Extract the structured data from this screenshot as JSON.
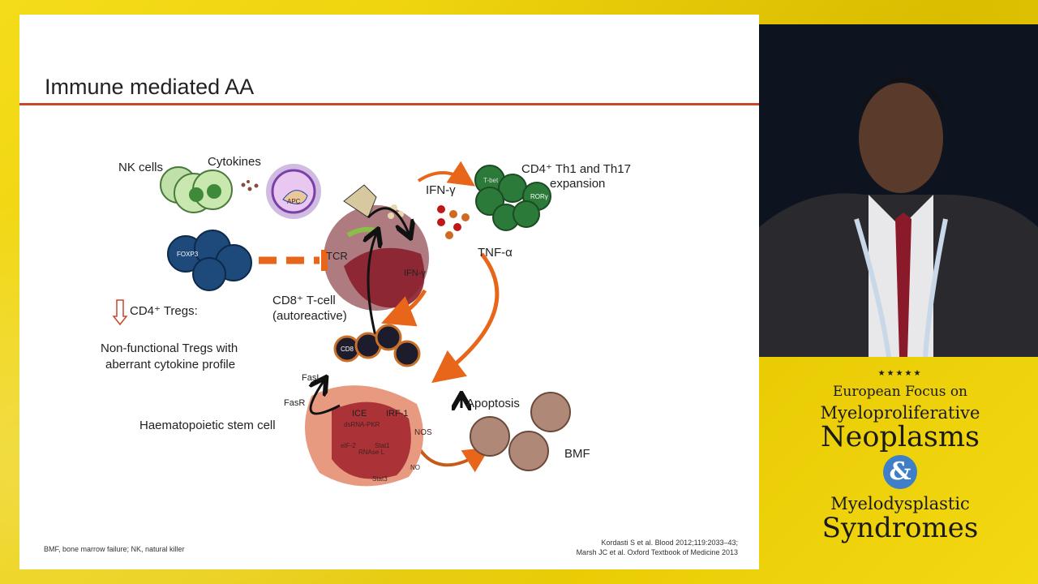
{
  "slide": {
    "title": "Immune mediated AA",
    "labels": {
      "nk_cells": "NK cells",
      "cytokines": "Cytokines",
      "apc": "APC",
      "cd4_th": "CD4⁺ Th1 and Th17",
      "expansion": "expansion",
      "ifn_gamma": "IFN-γ",
      "tnf_alpha": "TNF-α",
      "tcr": "TCR",
      "ifn_gamma_inner": "IFN-γ",
      "foxp3": "FOXP3",
      "tbet": "T-bet",
      "ror": "RORγ",
      "cd4_tregs": "CD4⁺ Tregs:",
      "nonfunctional_1": "Non-functional Tregs with",
      "nonfunctional_2": "aberrant cytokine profile",
      "cd8_tcell": "CD8⁺ T-cell",
      "autoreactive": "(autoreactive)",
      "cd8": "CD8",
      "fasl": "FasL",
      "fasr": "FasR",
      "hsc": "Haematopoietic stem cell",
      "apoptosis": "Apoptosis",
      "bmf": "BMF",
      "ice": "ICE",
      "irf1": "IRF-1",
      "dsrna": "dsRNA-PKR",
      "nos": "NOS",
      "eif2": "eIF-2",
      "rnase": "RNAse L",
      "stat1": "Stat1",
      "stat3": "Stat3",
      "no": "NO"
    },
    "footnote": "BMF, bone marrow failure; NK, natural killer",
    "references": [
      "Kordasti S et al. Blood 2012;119:2033–43;",
      "Marsh JC et al. Oxford Textbook of Medicine 2013"
    ]
  },
  "logo": {
    "line1": "European Focus on",
    "line2": "Myeloproliferative",
    "line3": "Neoplasms",
    "amp": "&",
    "line4": "Myelodysplastic",
    "line5": "Syndromes"
  },
  "colors": {
    "accent_rule": "#c8462a",
    "orange_arrow": "#e8661a",
    "background": "#f2d60a",
    "amp_circle": "#3f7fc9"
  }
}
